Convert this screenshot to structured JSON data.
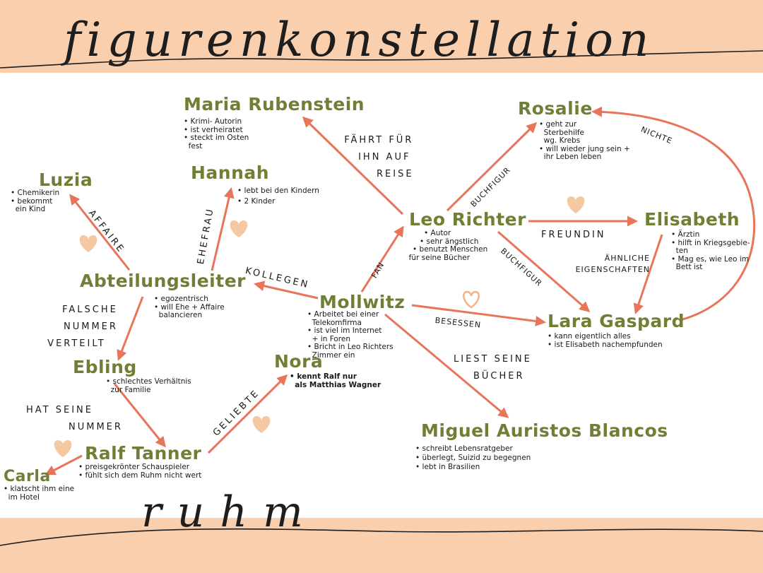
{
  "title": "figurenkonstellation",
  "footer": "ruhm",
  "colors": {
    "band": "#f9cfae",
    "name": "#6f7f35",
    "arrow": "#e8745a",
    "heart_filled": "#f6c8a2",
    "heart_outline": "#f0b48a"
  },
  "characters": {
    "maria": {
      "name": "Maria Rubenstein",
      "notes": [
        "• Krimi- Autorin",
        "• ist verheiratet",
        "• steckt im Osten",
        "  fest"
      ]
    },
    "rosalie": {
      "name": "Rosalie",
      "notes": [
        "• geht zur",
        "  Sterbehilfe",
        "  wg. Krebs",
        "• will wieder jung sein +",
        "  ihr Leben leben"
      ]
    },
    "luzia": {
      "name": "Luzia",
      "notes": [
        "• Chemikerin",
        "• bekommt",
        "  ein Kind"
      ]
    },
    "hannah": {
      "name": "Hannah",
      "notes": [
        "• lebt bei den Kindern",
        "• 2 Kinder"
      ]
    },
    "leo": {
      "name": "Leo Richter",
      "notes": [
        "• Autor",
        "• sehr ängstlich",
        "• benutzt Menschen",
        "  für seine Bücher"
      ]
    },
    "elisabeth": {
      "name": "Elisabeth",
      "notes": [
        "• Ärztin",
        "• hilft in Kriegsgebie-",
        "  ten",
        "• Mag es, wie Leo im",
        "  Bett ist"
      ]
    },
    "abteilungsleiter": {
      "name": "Abteilungsleiter",
      "notes": [
        "• egozentrisch",
        "• will Ehe + Affaire",
        "  balancieren"
      ]
    },
    "mollwitz": {
      "name": "Mollwitz",
      "notes": [
        "• Arbeitet bei einer",
        "  Telekomfirma",
        "• ist viel im Internet",
        "  + in Foren",
        "• Bricht in Leo Richters",
        "  Zimmer ein"
      ]
    },
    "lara": {
      "name": "Lara Gaspard",
      "notes": [
        "• kann eigentlich alles",
        "• ist Elisabeth nachempfunden"
      ]
    },
    "ebling": {
      "name": "Ebling",
      "notes": [
        "• schlechtes Verhältnis",
        "  zur Familie"
      ]
    },
    "nora": {
      "name": "Nora",
      "notes": [
        "• kennt Ralf nur",
        "  als Matthias Wagner"
      ]
    },
    "miguel": {
      "name": "Miguel Auristos Blancos",
      "notes": [
        "• schreibt Lebensratgeber",
        "• überlegt, Suizid zu begegnen",
        "• lebt in Brasilien"
      ]
    },
    "ralf": {
      "name": "Ralf Tanner",
      "notes": [
        "• preisgekrönter Schauspieler",
        "• fühlt sich dem Ruhm nicht wert"
      ]
    },
    "carla": {
      "name": "Carla",
      "notes": [
        "• klatscht ihm eine",
        "  im Hotel"
      ]
    }
  },
  "relations": {
    "faehrt": [
      "FÄHRT FÜR",
      "IHN AUF",
      "REISE"
    ],
    "nichte": "NICHTE",
    "buchfigur1": "BUCHFIGUR",
    "affaire": "AFFAIRE",
    "ehefrau": "EHEFRAU",
    "freundin": "FREUNDIN",
    "fan": "FAN",
    "buchfigur2": "BUCHFIGUR",
    "aehnliche": [
      "ÄHNLICHE",
      "EIGENSCHAFTEN"
    ],
    "kollegen": "KOLLEGEN",
    "falsche": [
      "FALSCHE",
      "NUMMER",
      "VERTEILT"
    ],
    "besessen": "BESESSEN",
    "liest": [
      "LIEST SEINE",
      "BÜCHER"
    ],
    "geliebte": "GELIEBTE",
    "hat_nummer": [
      "HAT SEINE",
      "NUMMER"
    ]
  }
}
